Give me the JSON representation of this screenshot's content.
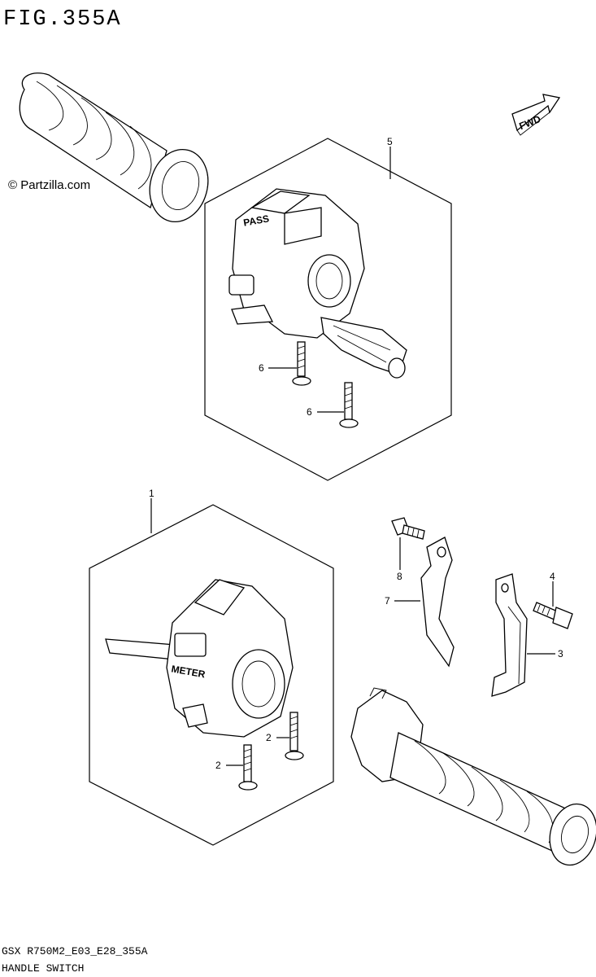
{
  "figure": {
    "title": "FIG.355A",
    "watermark": "© Partzilla.com",
    "fwd_label": "FWD"
  },
  "switch_labels": {
    "pass": "PASS",
    "meter": "METER"
  },
  "callouts": {
    "c5": "5",
    "c6a": "6",
    "c6b": "6",
    "c1": "1",
    "c8": "8",
    "c7": "7",
    "c4": "4",
    "c3": "3",
    "c2a": "2",
    "c2b": "2"
  },
  "footer": {
    "code": "GSX R750M2_E03_E28_355A",
    "name": "HANDLE SWITCH"
  }
}
